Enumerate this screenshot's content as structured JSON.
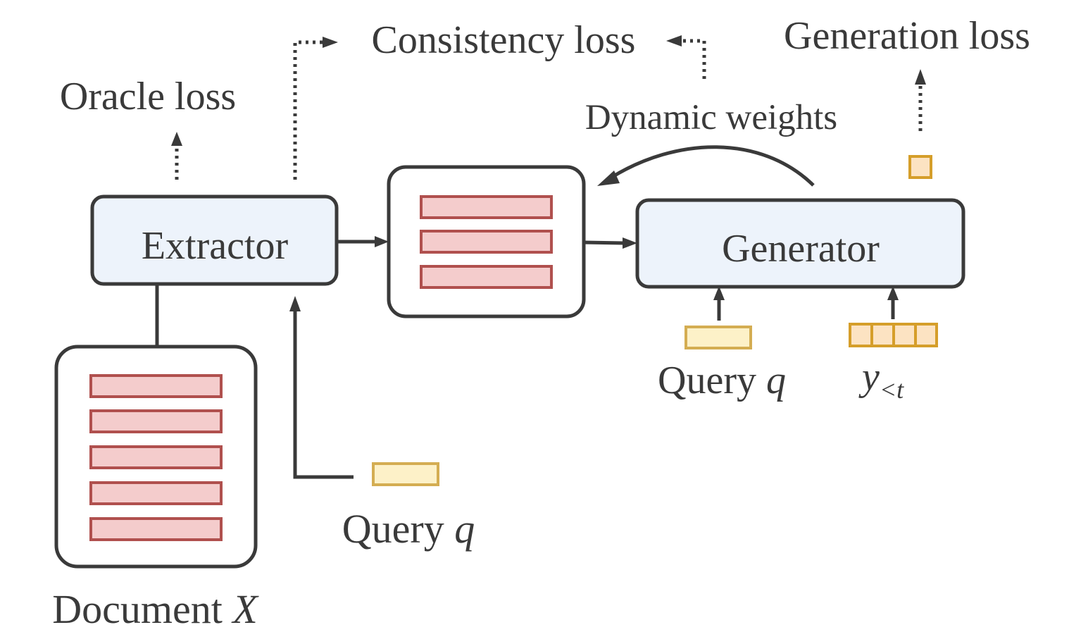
{
  "labels": {
    "oracle_loss": "Oracle loss",
    "consistency_loss": "Consistency loss",
    "generation_loss": "Generation loss",
    "dynamic_weights": "Dynamic weights",
    "extractor": "Extractor",
    "generator": "Generator",
    "query_extractor": "Query",
    "query_generator": "Query",
    "query_var": "q",
    "document": "Document",
    "document_var": "X",
    "y_var": "y",
    "y_sub": "<t"
  },
  "colors": {
    "module_fill": "#edf3fb",
    "sentence_fill": "#f4cccc",
    "sentence_stroke": "#b0504e",
    "query_fill": "#fdf1c8",
    "query_stroke": "#d4ad52",
    "token_fill": "#fce3c2",
    "token_stroke": "#d59e2a",
    "line": "#3a3a3a"
  }
}
